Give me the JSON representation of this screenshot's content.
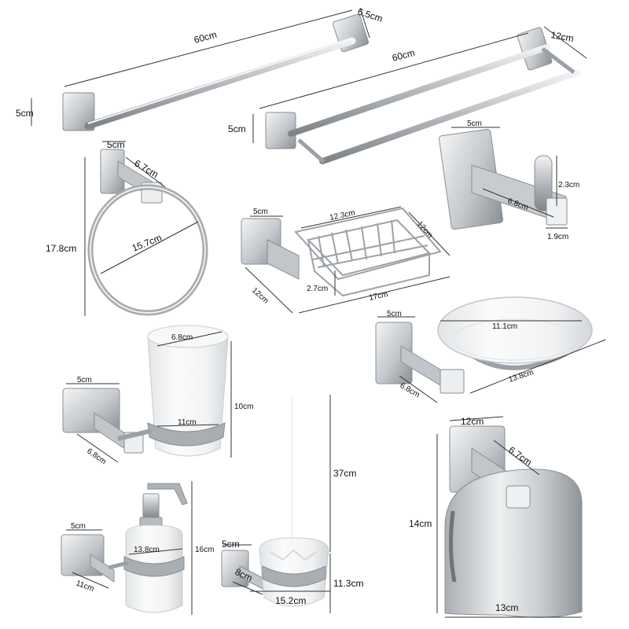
{
  "products": {
    "towel_bar_single": {
      "length": "60cm",
      "depth": "6.5cm",
      "height": "5cm"
    },
    "towel_bar_double": {
      "length": "60cm",
      "depth": "12cm",
      "height": "5cm"
    },
    "towel_ring": {
      "base": "5cm",
      "depth": "6.7cm",
      "diameter": "15.7cm",
      "height": "17.8cm"
    },
    "robe_hook": {
      "base": "5cm",
      "knob": "2.3cm",
      "depth": "6.8cm",
      "width": "1.9cm"
    },
    "soap_basket": {
      "base": "5cm",
      "inner_width": "12.3cm",
      "basket_depth": "12cm",
      "side_depth": "12cm",
      "height": "2.7cm",
      "length": "17cm"
    },
    "soap_dish": {
      "base": "5cm",
      "dish_diameter": "11.1cm",
      "length": "13.8cm",
      "depth": "6.8cm"
    },
    "cup_holder": {
      "base": "5cm",
      "cup_diameter": "6.8cm",
      "cup_height": "10cm",
      "length": "11cm",
      "depth": "6.8cm"
    },
    "soap_dispenser": {
      "base": "5cm",
      "length": "13.8cm",
      "depth": "11cm",
      "height": "16cm"
    },
    "toilet_brush": {
      "base": "5cm",
      "depth": "8cm",
      "height": "37cm",
      "bowl_height": "11.3cm",
      "width": "15.2cm"
    },
    "paper_holder": {
      "base": "12cm",
      "depth": "6.7cm",
      "height": "14cm",
      "width": "13cm"
    }
  },
  "colors": {
    "steel_light": "#e4e6e8",
    "steel_mid": "#b9bdc1",
    "steel_dark": "#8a8f94",
    "glass": "#eef0f1",
    "dimension_line": "#333333"
  }
}
